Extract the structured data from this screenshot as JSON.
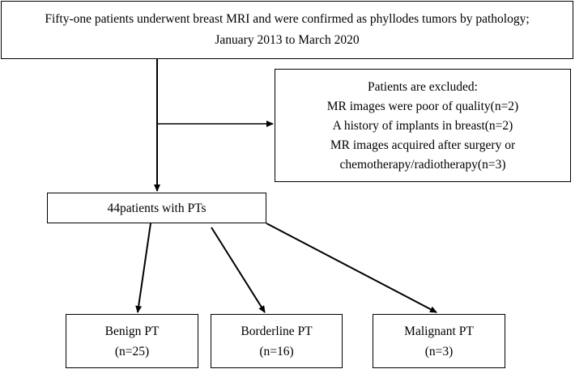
{
  "top_box": {
    "line1": "Fifty-one patients underwent breast MRI and were confirmed as phyllodes tumors by pathology;",
    "line2": "January 2013 to March 2020"
  },
  "exclusion_box": {
    "title": "Patients are excluded:",
    "reasons": [
      "MR images were poor of quality(n=2)",
      "A history of implants in breast(n=2)",
      "MR images acquired after surgery or",
      "chemotherapy/radiotherapy(n=3)"
    ]
  },
  "cohort_box": {
    "label": "44patients with PTs"
  },
  "groups": [
    {
      "label": "Benign PT",
      "count": "(n=25)"
    },
    {
      "label": "Borderline PT",
      "count": "(n=16)"
    },
    {
      "label": "Malignant PT",
      "count": "(n=3)"
    }
  ],
  "colors": {
    "line": "#000000",
    "box_border": "#000000",
    "background": "#ffffff"
  }
}
